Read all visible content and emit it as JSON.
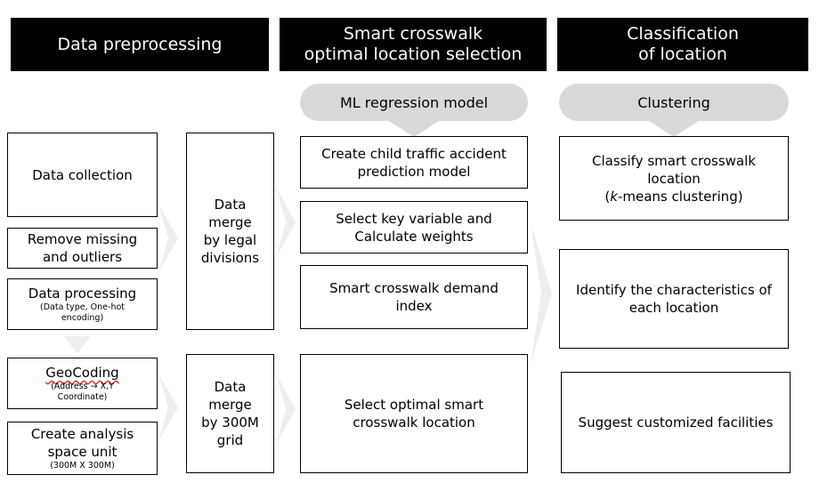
{
  "columns": [
    {
      "title_line1": "Data preprocessing",
      "title_line2": ""
    },
    {
      "title_line1": "Smart crosswalk",
      "title_line2": "optimal location selection"
    },
    {
      "title_line1": "Classification",
      "title_line2": "of location"
    }
  ],
  "pills": {
    "ml": "ML regression model",
    "clustering": "Clustering"
  },
  "left": {
    "data_collection": "Data collection",
    "remove_missing_1": "Remove missing",
    "remove_missing_2": "and outliers",
    "data_processing": "Data processing",
    "data_processing_sub_1": "(Data type, One-hot",
    "data_processing_sub_2": "encoding)",
    "geocoding": "GeoCoding",
    "geocoding_sub_1": "(Address → X,Y",
    "geocoding_sub_2": "Coordinate)",
    "create_unit_1": "Create analysis",
    "create_unit_2": "space unit",
    "create_unit_sub": "(300M X 300M)"
  },
  "merge": {
    "legal_1": "Data",
    "legal_2": "merge",
    "legal_3": "by legal",
    "legal_4": "divisions",
    "grid_1": "Data",
    "grid_2": "merge",
    "grid_3": "by 300M",
    "grid_4": "grid"
  },
  "middle": {
    "child_1": "Create child traffic accident",
    "child_2": "prediction model",
    "key_1": "Select key variable and",
    "key_2": "Calculate weights",
    "demand_1": "Smart crosswalk demand",
    "demand_2": "index",
    "optimal_1": "Select optimal smart",
    "optimal_2": "crosswalk location"
  },
  "right": {
    "classify_1": "Classify smart crosswalk",
    "classify_2": "location",
    "classify_3a": "(",
    "classify_3k": "k",
    "classify_3b": "-means clustering)",
    "identify_1": "Identify the characteristics of",
    "identify_2": "each location",
    "suggest": "Suggest customized facilities"
  },
  "colors": {
    "header_bg": "#000000",
    "pill_bg": "#d9d9d9",
    "arrow": "#eeeeee"
  }
}
